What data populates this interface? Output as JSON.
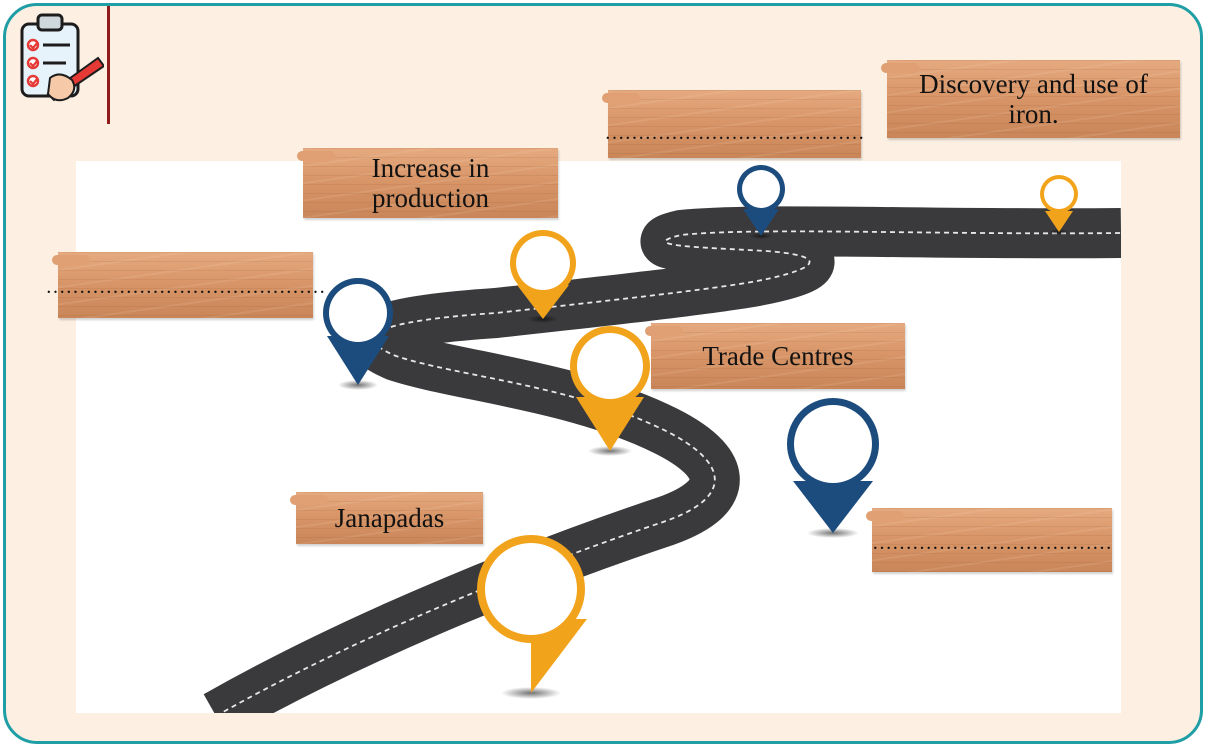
{
  "labels": {
    "discovery": "Discovery and use of iron.",
    "increase": "Increase in production",
    "trade": "Trade Centres",
    "janapadas": "Janapadas",
    "blank_top": "…………………………………",
    "blank_left": "……………………………………",
    "blank_right": "………………………………"
  },
  "colors": {
    "border": "#1f9ea5",
    "card_background": "#fdf0e3",
    "road": "#3a3a3c",
    "pin_orange": "#f2a31c",
    "pin_blue": "#1c4c7e",
    "plank": "#dc9a6c",
    "divider": "#8f1b1b"
  },
  "icons": {
    "header": "checklist-pen-icon",
    "markers": "map-pin-icon"
  }
}
